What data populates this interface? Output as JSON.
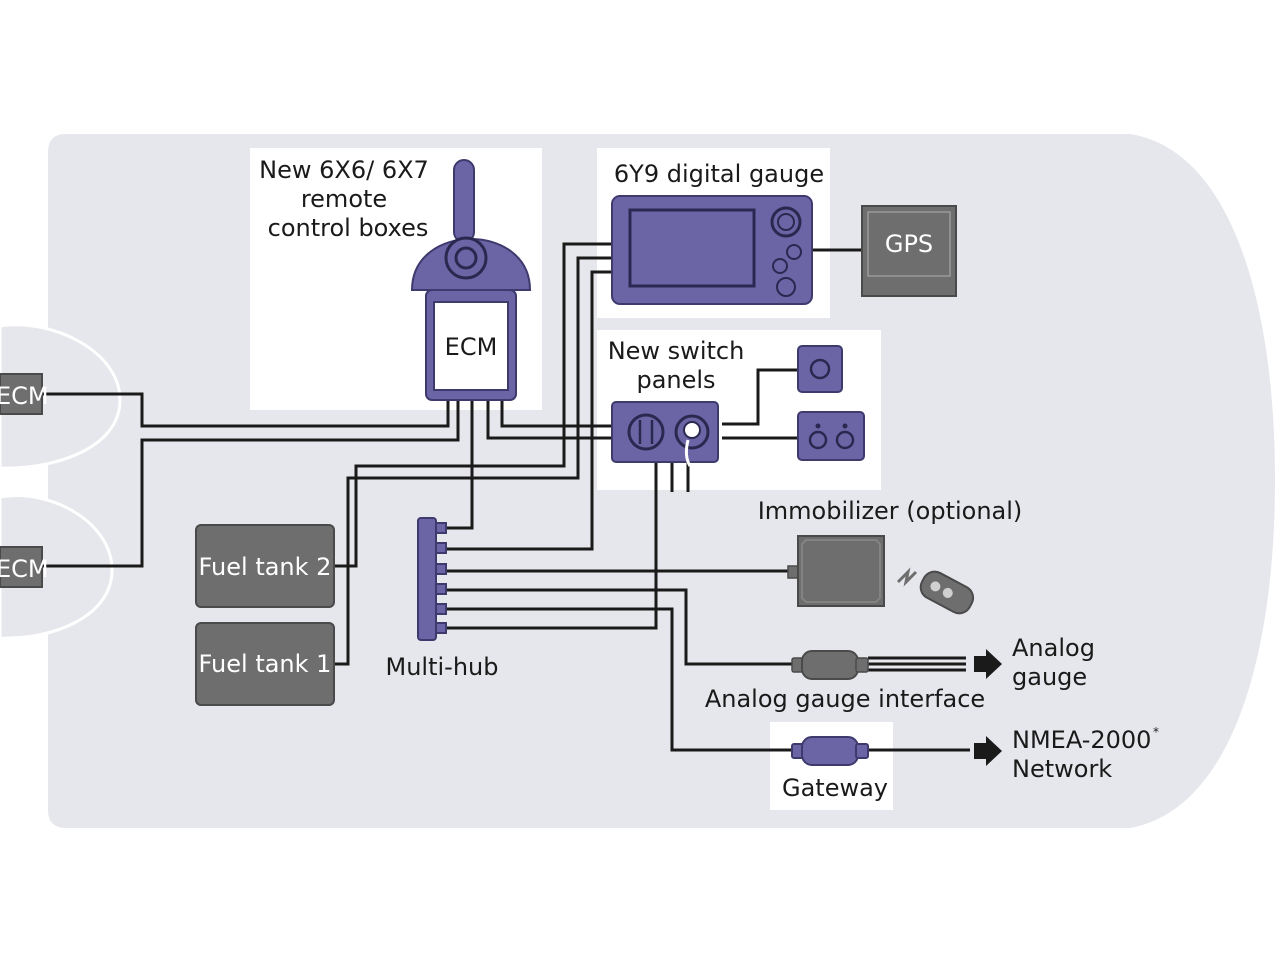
{
  "labels": {
    "remote_control": [
      "New 6X6/ 6X7",
      "remote",
      "control boxes"
    ],
    "ecm_box": "ECM",
    "ecm_port": "ECM",
    "ecm_starboard": "ECM",
    "digital_gauge": "6Y9 digital gauge",
    "gps": "GPS",
    "switch_panels": [
      "New switch",
      "panels"
    ],
    "immobilizer": "Immobilizer (optional)",
    "fuel_tank_2": "Fuel tank 2",
    "fuel_tank_1": "Fuel tank 1",
    "multi_hub": "Multi-hub",
    "analog_gauge_interface": "Analog gauge interface",
    "analog_gauge": [
      "Analog",
      "gauge"
    ],
    "gateway": "Gateway",
    "nmea_network": [
      "NMEA-2000",
      "Network"
    ],
    "nmea_mark": "*"
  },
  "colors": {
    "hull": "#e6e7ec",
    "panel": "#ffffff",
    "component_purple": "#6b65a6",
    "component_grey": "#6e6e6e",
    "wire": "#1a1a1a"
  },
  "icons": [
    "throttle-lever-icon",
    "arrow-right-icon",
    "remote-key-fob-icon",
    "key-switch-icon",
    "rotary-dial-icon"
  ]
}
